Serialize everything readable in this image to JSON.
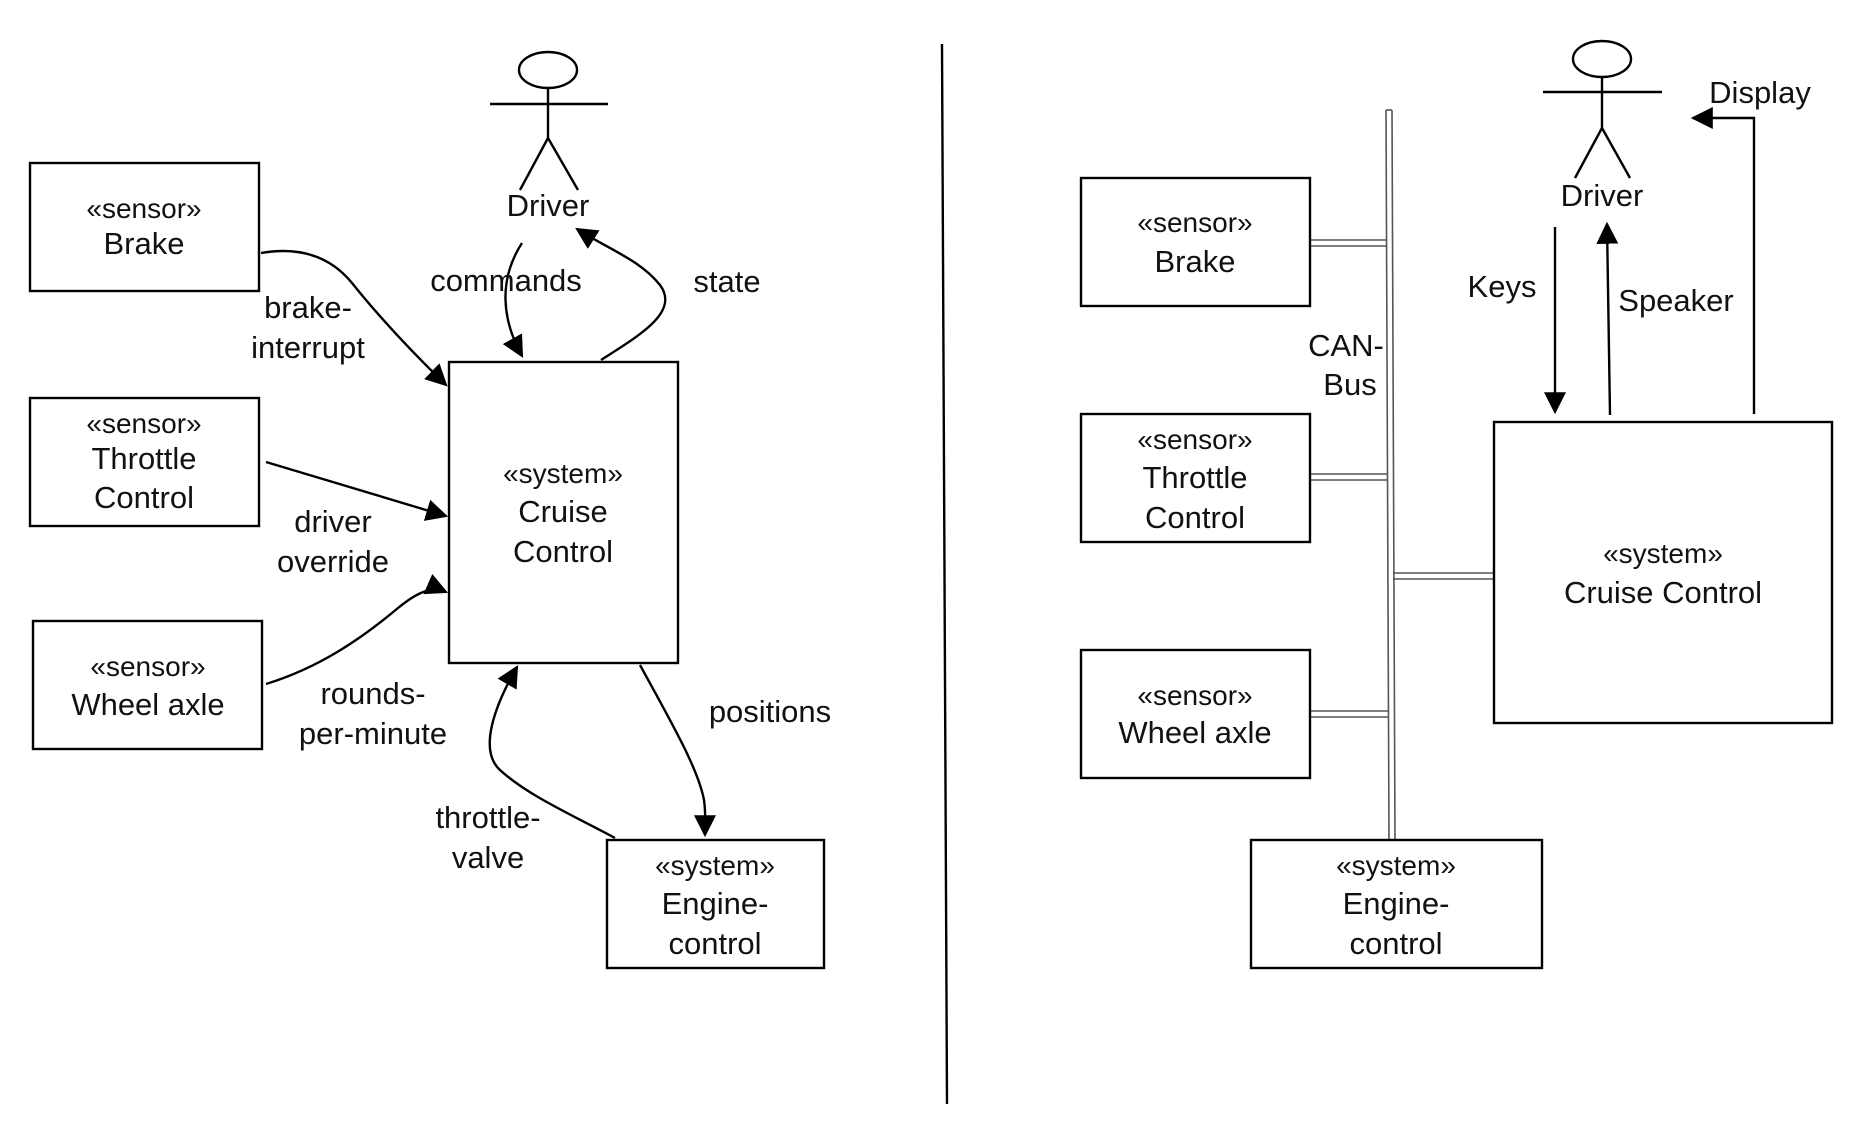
{
  "left": {
    "actor": {
      "label": "Driver"
    },
    "boxes": {
      "brake": {
        "stereotype": "«sensor»",
        "lines": [
          "Brake"
        ]
      },
      "throttle": {
        "stereotype": "«sensor»",
        "lines": [
          "Throttle",
          "Control"
        ]
      },
      "wheel": {
        "stereotype": "«sensor»",
        "lines": [
          "Wheel axle"
        ]
      },
      "cruise": {
        "stereotype": "«system»",
        "lines": [
          "Cruise",
          "Control"
        ]
      },
      "engine": {
        "stereotype": "«system»",
        "lines": [
          "Engine-",
          "control"
        ]
      }
    },
    "flows": {
      "commands": "commands",
      "state": "state",
      "brake_interrupt": [
        "brake-",
        "interrupt"
      ],
      "driver_override": [
        "driver",
        "override"
      ],
      "rounds_per_minute": [
        "rounds-",
        "per-minute"
      ],
      "positions": "positions",
      "throttle_valve": [
        "throttle-",
        "valve"
      ]
    }
  },
  "right": {
    "actor": {
      "label": "Driver"
    },
    "bus_label": [
      "CAN-",
      "Bus"
    ],
    "boxes": {
      "brake": {
        "stereotype": "«sensor»",
        "lines": [
          "Brake"
        ]
      },
      "throttle": {
        "stereotype": "«sensor»",
        "lines": [
          "Throttle",
          "Control"
        ]
      },
      "wheel": {
        "stereotype": "«sensor»",
        "lines": [
          "Wheel axle"
        ]
      },
      "cruise": {
        "stereotype": "«system»",
        "lines": [
          "Cruise Control"
        ]
      },
      "engine": {
        "stereotype": "«system»",
        "lines": [
          "Engine-",
          "control"
        ]
      }
    },
    "flows": {
      "keys": "Keys",
      "speaker": "Speaker",
      "display": "Display"
    }
  }
}
